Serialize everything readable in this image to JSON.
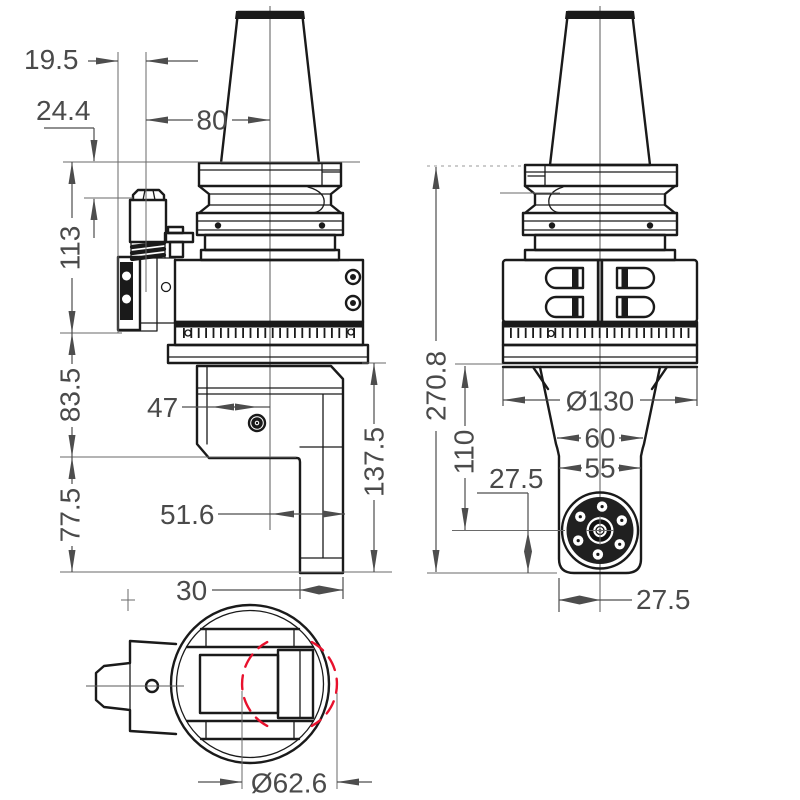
{
  "canvas": {
    "background": "#ffffff",
    "part_line_color": "#1a1a1a",
    "dimension_color": "#4d4d4d",
    "red_accent": "#e8112d",
    "description": "Technical drawing of a BT-taper 90-degree angle milling head: side view, front view and bottom auxiliary view with dimensions"
  },
  "side_view": {
    "name": "side view",
    "dims": {
      "pin_offset": "19.5",
      "knob_height": "24.4",
      "face_to_axis": "80",
      "body_height": "113",
      "head_height": "83.5",
      "screw_offset": "47",
      "nose_height": "77.5",
      "axis_to_edge": "51.6",
      "head_to_tip": "137.5",
      "nose_width": "30"
    }
  },
  "front_view": {
    "name": "front view",
    "dims": {
      "overall_height": "270.8",
      "body_diameter": "Ø130",
      "neck_width_upper": "60",
      "neck_width_lower": "55",
      "flange_to_axis": "110",
      "axis_to_face": "27.5",
      "face_offset": "27.5"
    }
  },
  "bottom_view": {
    "name": "bottom view",
    "dims": {
      "cutter_circle_diameter": "Ø62.6"
    }
  }
}
